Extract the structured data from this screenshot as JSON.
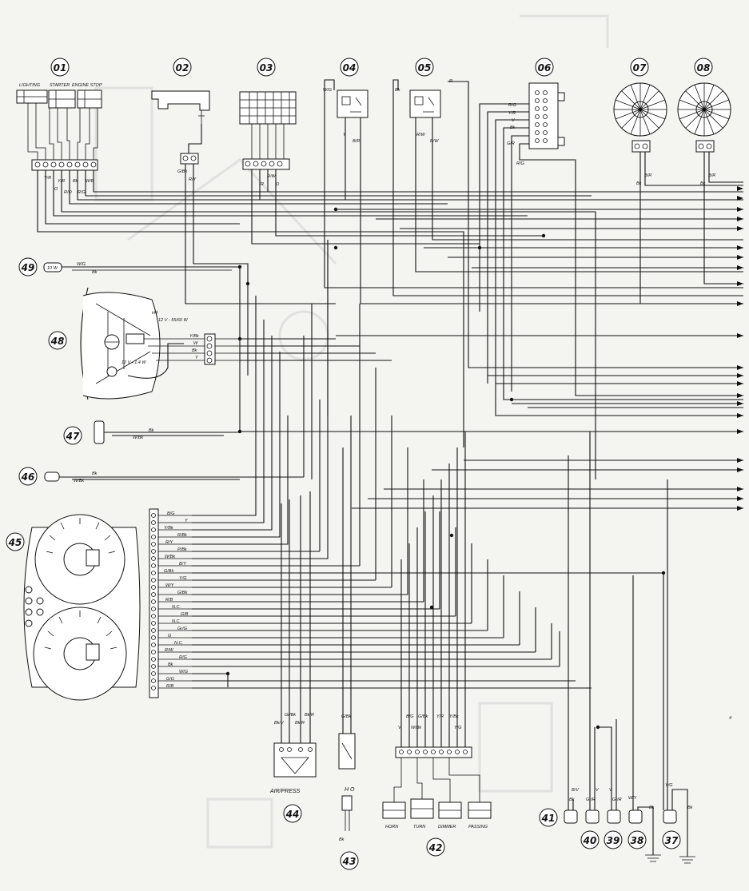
{
  "page_number": "4",
  "components": {
    "c01": {
      "num": "01",
      "labels": [
        "LIGHTING",
        "STARTER",
        "ENGINE STOP"
      ],
      "wires": [
        "Y/R",
        "Y/R",
        "Bk",
        "W/B",
        "O",
        "R/O",
        "R/G"
      ]
    },
    "c02": {
      "num": "02",
      "wires": [
        "G/Bk",
        "R/Y"
      ]
    },
    "c03": {
      "num": "03",
      "wires": [
        "R",
        "R/W",
        "O"
      ]
    },
    "c04": {
      "num": "04",
      "wires": [
        "W/G",
        "Y",
        "B/R"
      ]
    },
    "c05": {
      "num": "05",
      "wires": [
        "Bk",
        "R",
        "R/W",
        "B/W"
      ]
    },
    "c06": {
      "num": "06",
      "wires": [
        "R/G",
        "Y/R",
        "V",
        "Bk",
        "G/R",
        "R/G"
      ]
    },
    "c07": {
      "num": "07",
      "wires": [
        "B/R",
        "Bk"
      ]
    },
    "c08": {
      "num": "08",
      "wires": [
        "B/R",
        "Bk"
      ]
    },
    "c37": {
      "num": "37",
      "wires": [
        "Y/G",
        "Bk"
      ]
    },
    "c38": {
      "num": "38",
      "wires": [
        "W/Y",
        "Bk"
      ]
    },
    "c39": {
      "num": "39",
      "wires": [
        "V",
        "Gr/R"
      ]
    },
    "c40": {
      "num": "40",
      "wires": [
        "V",
        "Gr/R"
      ]
    },
    "c41": {
      "num": "41",
      "wires": [
        "B/V",
        "Bk"
      ]
    },
    "c42": {
      "num": "42",
      "labels": [
        "HORN",
        "TURN",
        "DIMMER",
        "PASSING"
      ],
      "wires": [
        "V",
        "B/G",
        "W/Bk",
        "G/Bk",
        "Y/R",
        "Y/Bk",
        "Y/G"
      ]
    },
    "c43": {
      "num": "43",
      "label": "H O",
      "wires": [
        "G/Bk",
        "Bk"
      ]
    },
    "c44": {
      "num": "44",
      "label": "AIR/PRESS",
      "wires": [
        "Bk/V",
        "Gr/Bk",
        "Bk/R",
        "Bk/R"
      ]
    },
    "c45": {
      "num": "45",
      "wires": [
        "B/G",
        "Y",
        "Y/Bk",
        "R/Bk",
        "R/Y",
        "P/Bk",
        "W/Bk",
        "B/Y",
        "G/Bk",
        "Y/G",
        "W/Y",
        "G/Bk",
        "R/B",
        "N.C.",
        "G/B",
        "N.C.",
        "Gr/G",
        "G",
        "N.C.",
        "R/W",
        "R/G",
        "Bk",
        "W/G",
        "G/G",
        "R/B"
      ]
    },
    "c46": {
      "num": "46",
      "wires": [
        "W/Bk",
        "Bk"
      ]
    },
    "c47": {
      "num": "47",
      "wires": [
        "W/Bk",
        "Bk"
      ]
    },
    "c48": {
      "num": "48",
      "lamp": "H4",
      "rating": "12 V - 55/60 W",
      "small_lamp": "12 V - 1.4 W",
      "wires": [
        "Y/Bk",
        "W",
        "Bk",
        "Y"
      ]
    },
    "c49": {
      "num": "49",
      "rating": "10 W",
      "wires": [
        "W/G",
        "Bk"
      ]
    }
  }
}
